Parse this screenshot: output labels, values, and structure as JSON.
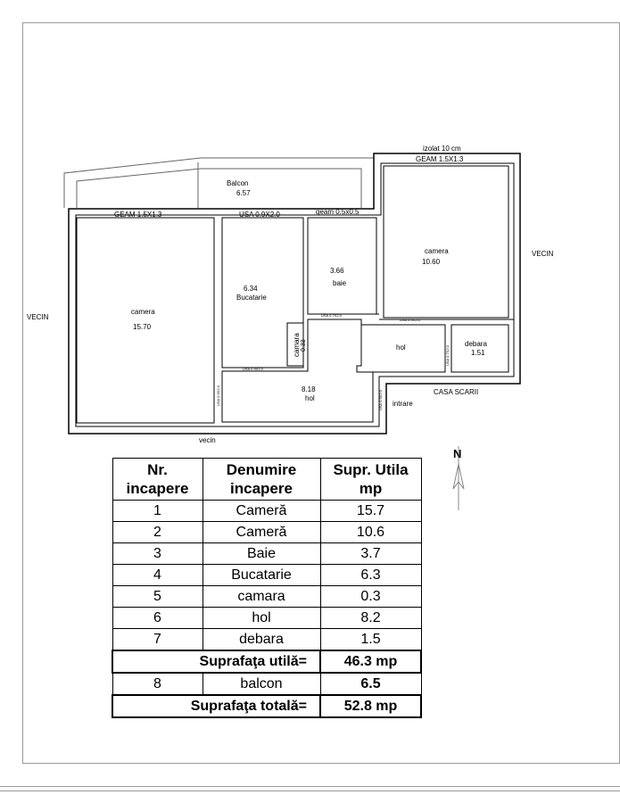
{
  "plan": {
    "labels": {
      "izolat": "izolat 10 cm",
      "geam_top": "GEAM 1.5X1.3",
      "balcon_name": "Balcon",
      "balcon_area": "6.57",
      "geam_left": "GEAM 1.5X1.3",
      "usa_kitchen": "USA 0.9X2.0",
      "geam_bath": "geam 0.5x0.5",
      "camera_right_name": "camera",
      "camera_right_area": "10.60",
      "vecin_right": "VECIN",
      "vecin_left": "VECIN",
      "camera_left_name": "camera",
      "camera_left_area": "15.70",
      "kitchen_area": "6.34",
      "kitchen_name": "Bucatarie",
      "bath_area": "3.66",
      "bath_name": "baie",
      "camara_name": "camara",
      "camara_area": "0.33",
      "hol_right": "hol",
      "debara_name": "debara",
      "debara_area": "1.51",
      "hol_area": "8.18",
      "hol_name": "hol",
      "casa_scarii": "CASA SCARII",
      "intrare": "intrare",
      "vecin_bottom": "vecin",
      "north": "N"
    }
  },
  "table": {
    "header": {
      "col1_line1": "Nr.",
      "col1_line2": "incapere",
      "col2_line1": "Denumire",
      "col2_line2": "incapere",
      "col3_line1": "Supr. Utila",
      "col3_line2": "mp"
    },
    "rows": [
      {
        "nr": "1",
        "name": "Cameră",
        "area": "15.7"
      },
      {
        "nr": "2",
        "name": "Cameră",
        "area": "10.6"
      },
      {
        "nr": "3",
        "name": "Baie",
        "area": "3.7"
      },
      {
        "nr": "4",
        "name": "Bucatarie",
        "area": "6.3"
      },
      {
        "nr": "5",
        "name": "camara",
        "area": "0.3"
      },
      {
        "nr": "6",
        "name": "hol",
        "area": "8.2"
      },
      {
        "nr": "7",
        "name": "debara",
        "area": "1.5"
      }
    ],
    "useful_label": "Suprafaţa  utilă=",
    "useful_value": "46.3 mp",
    "balcony_row": {
      "nr": "8",
      "name": "balcon",
      "area": "6.5"
    },
    "total_label": "Suprafaţa  totală=",
    "total_value": "52.8 mp"
  }
}
